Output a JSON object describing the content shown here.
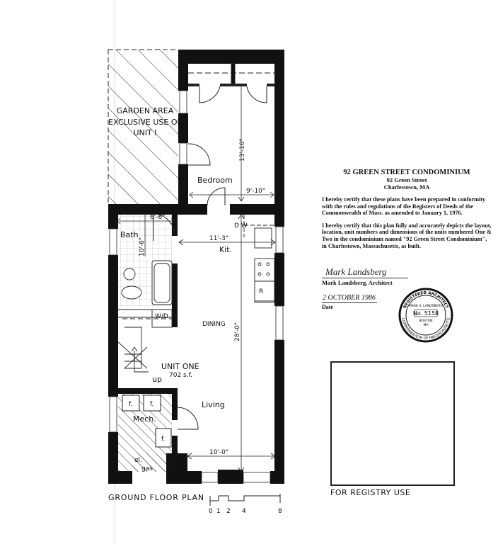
{
  "plan": {
    "garden": [
      "GARDEN AREA",
      "EXCLUSIVE USE OF",
      "UNIT I"
    ],
    "rooms": {
      "bedroom": "Bedroom",
      "bath": "Bath",
      "kitchen": "Kit.",
      "dining": "DINING",
      "unit_name": "UNIT ONE",
      "unit_area": "702 s.f.",
      "living": "Living",
      "mech": "Mech.",
      "up": "up",
      "washer_dryer": "W/D",
      "dishwasher": "D W",
      "refrigerator": "R",
      "furnace": "f.",
      "elec": "el.",
      "gas": "gas"
    },
    "dimensions": {
      "bedroom_depth": "13'-10\"",
      "bedroom_width": "9'-10\"",
      "bath_width": "6'-6\"",
      "bath_depth": "10'-6\"",
      "kitchen_width": "11'-3\"",
      "unit_depth": "28'-0\"",
      "living_width": "10'-0\""
    },
    "title": "GROUND FLOOR PLAN",
    "scale_labels": [
      "0",
      "1",
      "2",
      "4",
      "8"
    ]
  },
  "certificate": {
    "title": "92 GREEN STREET CONDOMINIUM",
    "address_line1": "92 Green Street",
    "address_line2": "Charlestown, MA",
    "para1": "I hereby certify that these plans have been prepared in conformity with the rules and regulations of the Registers of Deeds of the Commonwealth of Mass. as amended to January 1, 1976.",
    "para2": "I hereby certify that this plan fully and accurately depicts the layout, location, unit numbers and dimensions of the units numbered One & Two in the condominium named \"92 Green Street Condominium\", in Charlestown, Massachusetts, as built.",
    "signature": "Mark Landsberg",
    "signer": "Mark Landsberg, Architect",
    "date_handwritten": "2 OCTOBER 1986",
    "date_label": "Date",
    "seal": {
      "top": "REGISTERED ARCHITECT",
      "name": "MARK S. LANDSBERG",
      "number": "No. 5158",
      "city": "BOSTON",
      "state": "MA",
      "bottom": "COMMONWEALTH OF MASSACHUSETTS"
    }
  },
  "registry_label": "FOR REGISTRY USE"
}
